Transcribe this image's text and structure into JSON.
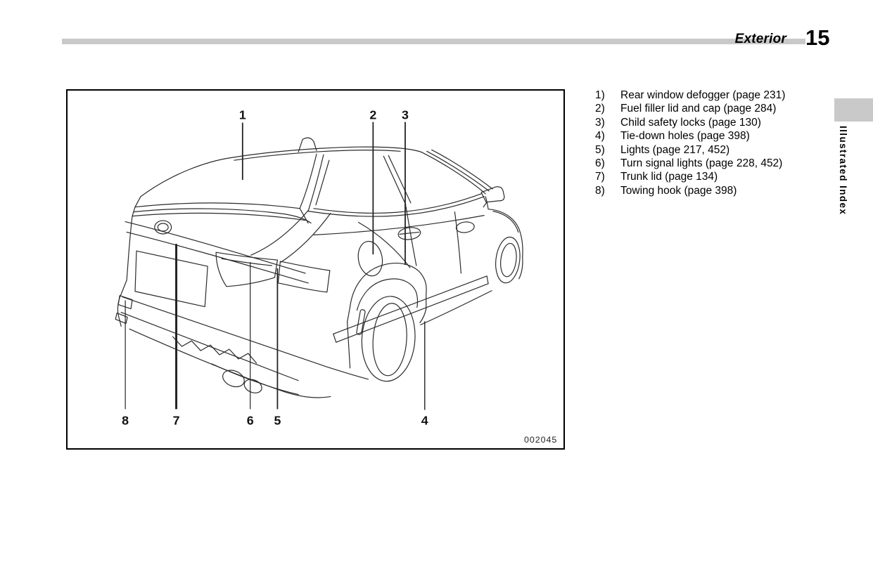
{
  "header": {
    "section": "Exterior",
    "page_number": "15"
  },
  "side_tab": {
    "label": "Illustrated Index"
  },
  "figure": {
    "id": "002045",
    "callouts": [
      "1",
      "2",
      "3",
      "4",
      "5",
      "6",
      "7",
      "8"
    ]
  },
  "index": {
    "items": [
      {
        "num": "1)",
        "label": "Rear window defogger (page 231)"
      },
      {
        "num": "2)",
        "label": "Fuel filler lid and cap (page 284)"
      },
      {
        "num": "3)",
        "label": "Child safety locks (page 130)"
      },
      {
        "num": "4)",
        "label": "Tie-down holes (page 398)"
      },
      {
        "num": "5)",
        "label": "Lights (page 217, 452)"
      },
      {
        "num": "6)",
        "label": "Turn signal lights (page 228, 452)"
      },
      {
        "num": "7)",
        "label": "Trunk lid (page 134)"
      },
      {
        "num": "8)",
        "label": "Towing hook (page 398)"
      }
    ]
  },
  "colors": {
    "rule_gray": "#c9c9c9",
    "tab_gray": "#c9c9c9",
    "ink": "#000000"
  }
}
